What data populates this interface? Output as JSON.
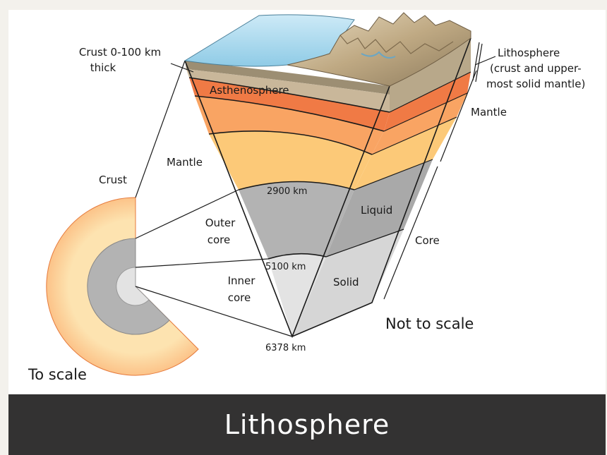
{
  "labels": {
    "crust_thickness_line1": "Crust 0-100 km",
    "crust_thickness_line2": "thick",
    "asthenosphere": "Asthenosphere",
    "lithosphere_line1": "Lithosphere",
    "lithosphere_line2": "(crust and upper-",
    "lithosphere_line3": "most solid mantle)",
    "mantle_right": "Mantle",
    "mantle_left": "Mantle",
    "crust": "Crust",
    "depth_2900": "2900 km",
    "liquid": "Liquid",
    "outer_core_line1": "Outer",
    "outer_core_line2": "core",
    "core": "Core",
    "depth_5100": "5100 km",
    "inner_core_line1": "Inner",
    "inner_core_line2": "core",
    "solid": "Solid",
    "not_to_scale": "Not to scale",
    "depth_6378": "6378 km",
    "to_scale": "To scale"
  },
  "caption": "Lithosphere",
  "colors": {
    "ocean": "#a9d8ef",
    "crust_land": "#c9b79a",
    "lithosphere_mantle": "#b8a88a",
    "asthenosphere": "#f07a45",
    "upper_mantle": "#f9a463",
    "lower_mantle": "#fcc978",
    "outer_core": "#b3b3b3",
    "inner_core": "#e3e3e3",
    "caption_bar": "#333232"
  }
}
